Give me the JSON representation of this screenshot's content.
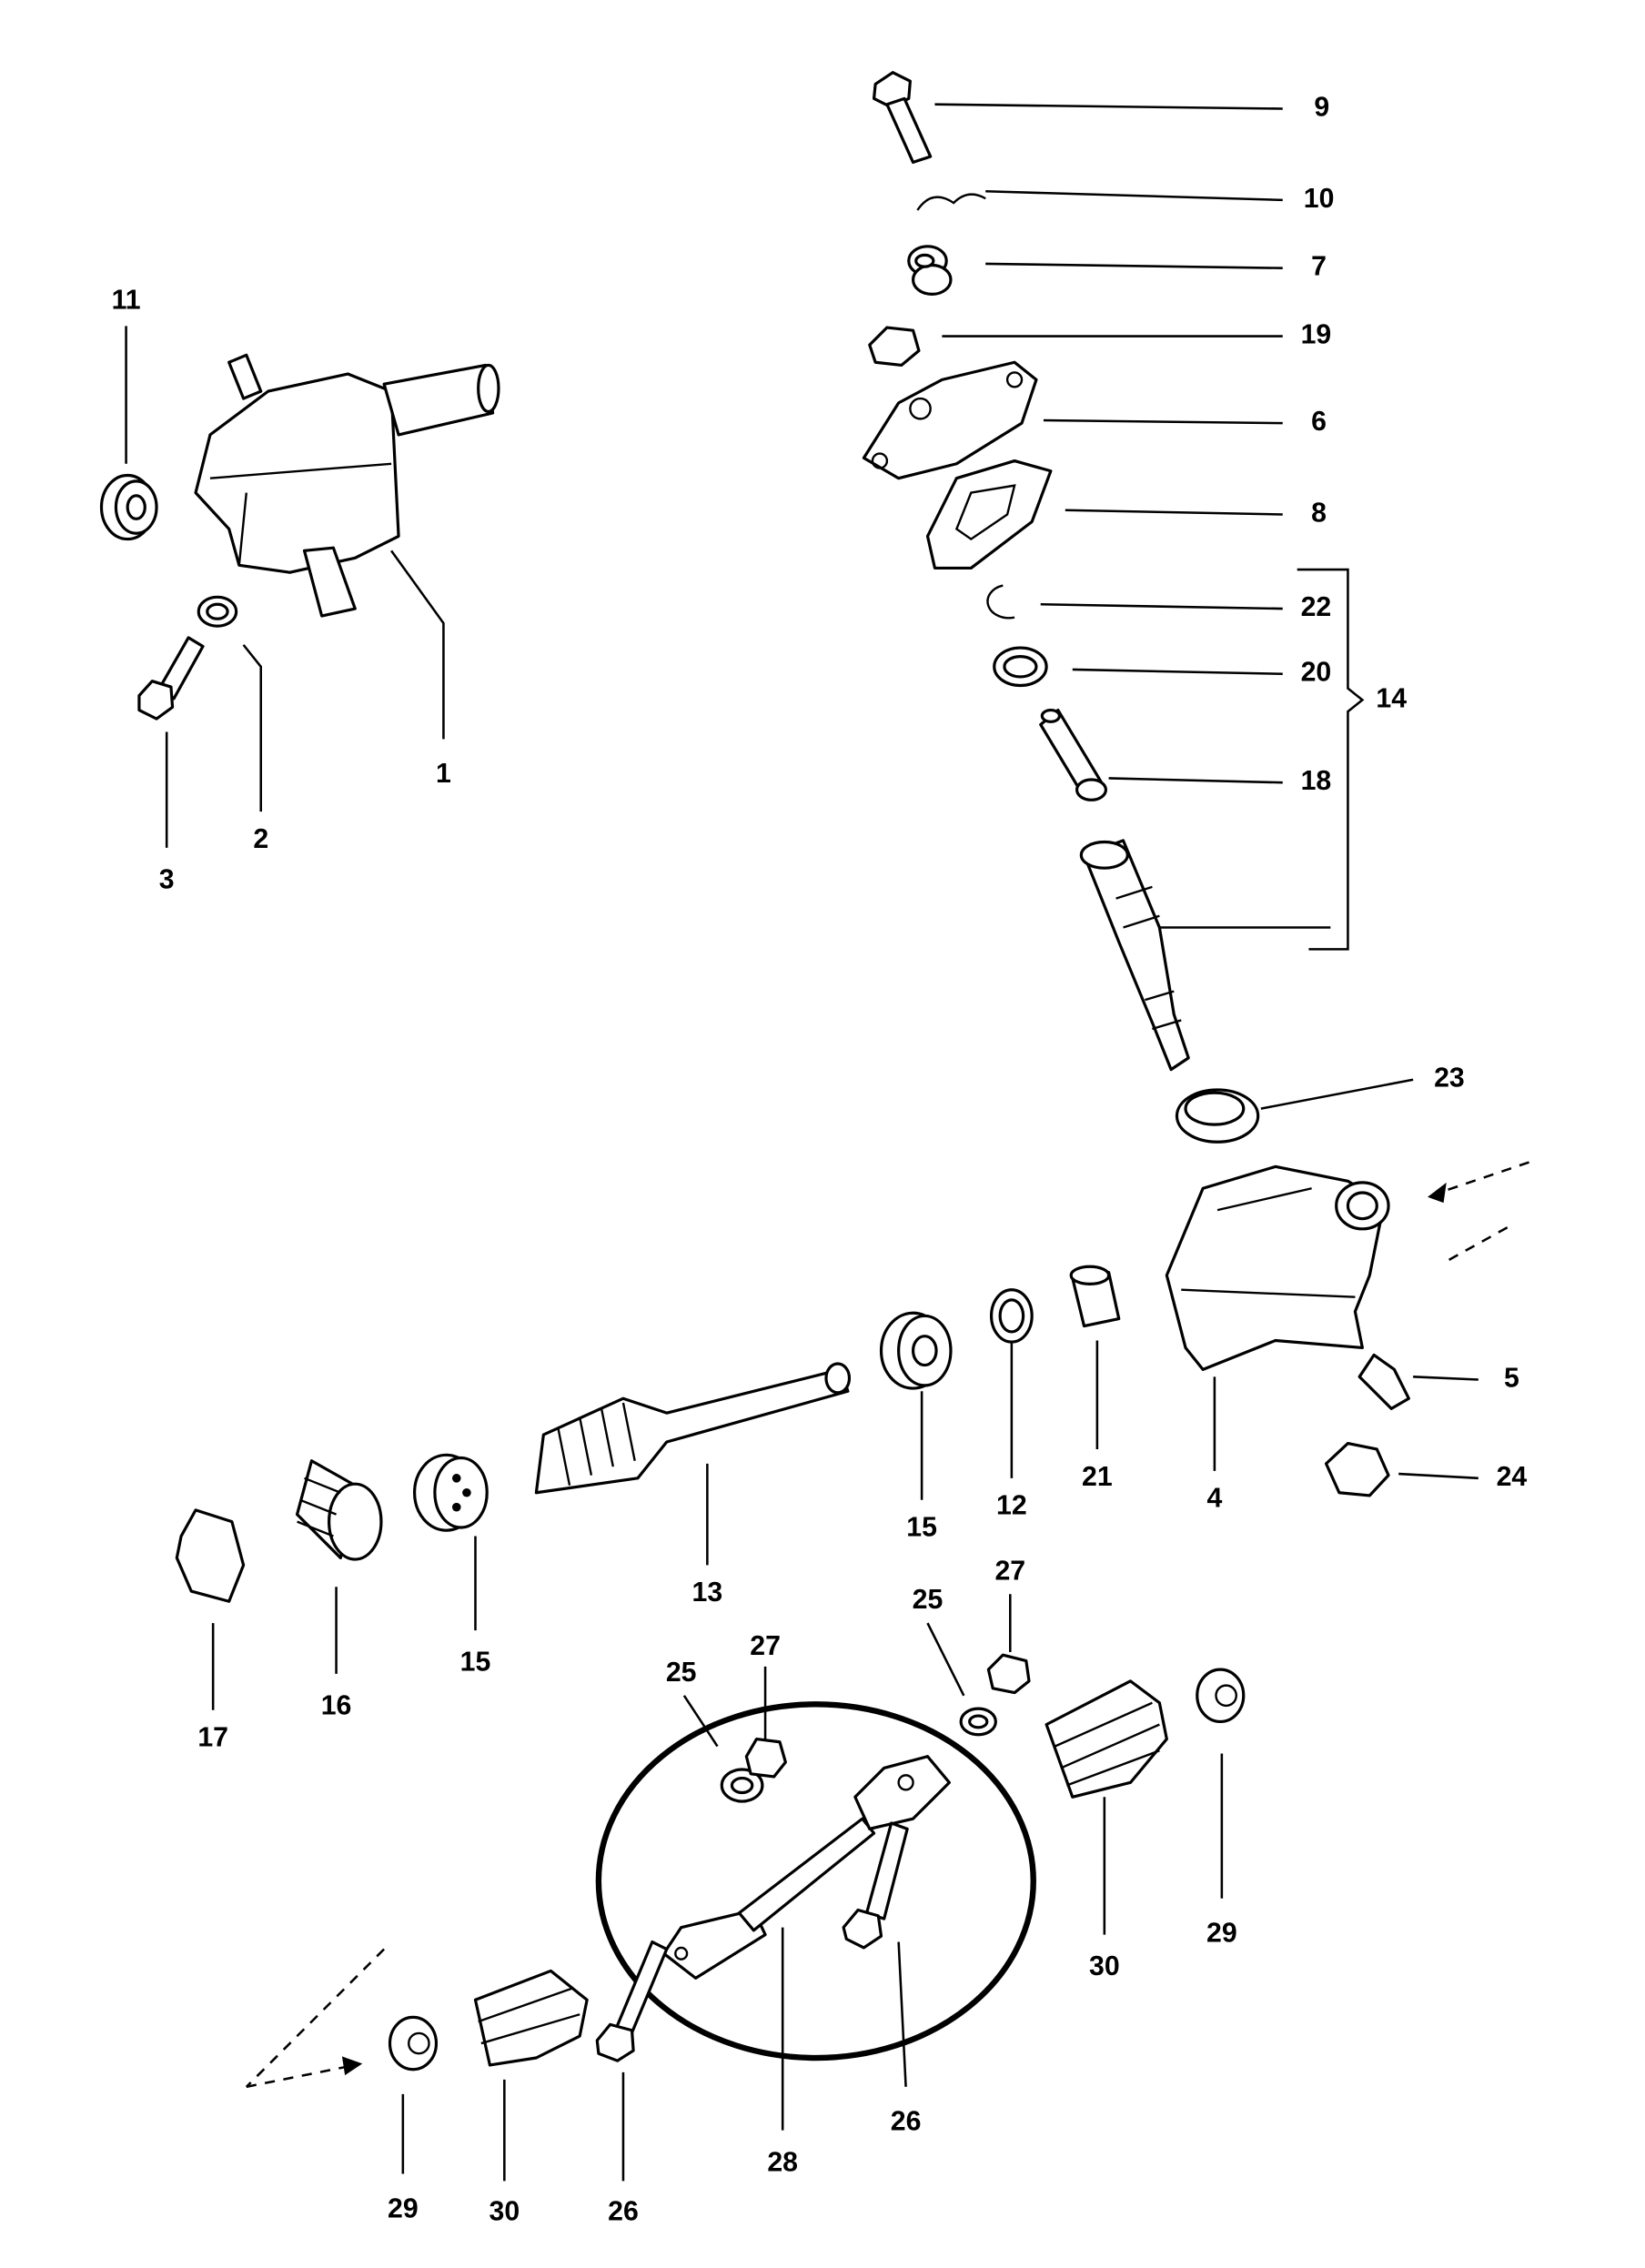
{
  "diagram": {
    "title": "Steering gear exploded parts diagram",
    "labels": [
      "9",
      "10",
      "7",
      "19",
      "6",
      "8",
      "22",
      "20",
      "18",
      "14",
      "23",
      "5",
      "24",
      "4",
      "21",
      "12",
      "15",
      "13",
      "15",
      "16",
      "17",
      "11",
      "1",
      "2",
      "3",
      "25",
      "27",
      "25",
      "27",
      "28",
      "26",
      "30",
      "29",
      "29",
      "30",
      "26"
    ]
  }
}
